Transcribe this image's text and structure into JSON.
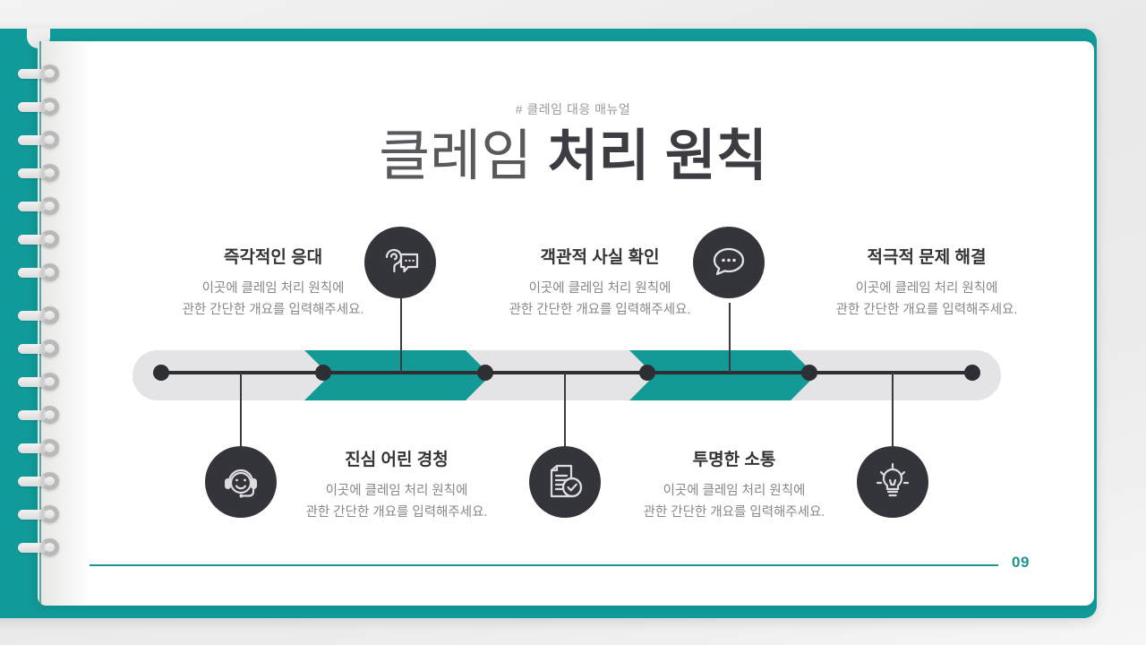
{
  "slide": {
    "kicker": "# 클레임 대응 매뉴얼",
    "title_light": "클레임",
    "title_bold": "처리 원칙",
    "page_number": "09",
    "accent_color": "#139a97",
    "dark_color": "#34343b",
    "muted_color": "#87878c"
  },
  "top_items": [
    {
      "title": "즉각적인 응대",
      "desc_line1": "이곳에 클레임 처리 원칙에",
      "desc_line2": "관한 간단한 개요를 입력해주세요.",
      "icon": "ear-speech-bubble-icon"
    },
    {
      "title": "객관적 사실 확인",
      "desc_line1": "이곳에 클레임 처리 원칙에",
      "desc_line2": "관한 간단한 개요를 입력해주세요.",
      "icon": "chat-bubble-dots-icon"
    },
    {
      "title": "적극적 문제 해결",
      "desc_line1": "이곳에 클레임 처리 원칙에",
      "desc_line2": "관한 간단한 개요를 입력해주세요.",
      "icon": "chat-bubble-dots-icon"
    }
  ],
  "bottom_items": [
    {
      "title": "진심 어린 경청",
      "desc_line1": "이곳에 클레임 처리 원칙에",
      "desc_line2": "관한 간단한 개요를 입력해주세요.",
      "icon_left": "headset-agent-icon",
      "icon_right": "document-check-icon"
    },
    {
      "title": "투명한 소통",
      "desc_line1": "이곳에 클레임 처리 원칙에",
      "desc_line2": "관한 간단한 개요를 입력해주세요.",
      "icon_right": "lightbulb-icon"
    }
  ]
}
